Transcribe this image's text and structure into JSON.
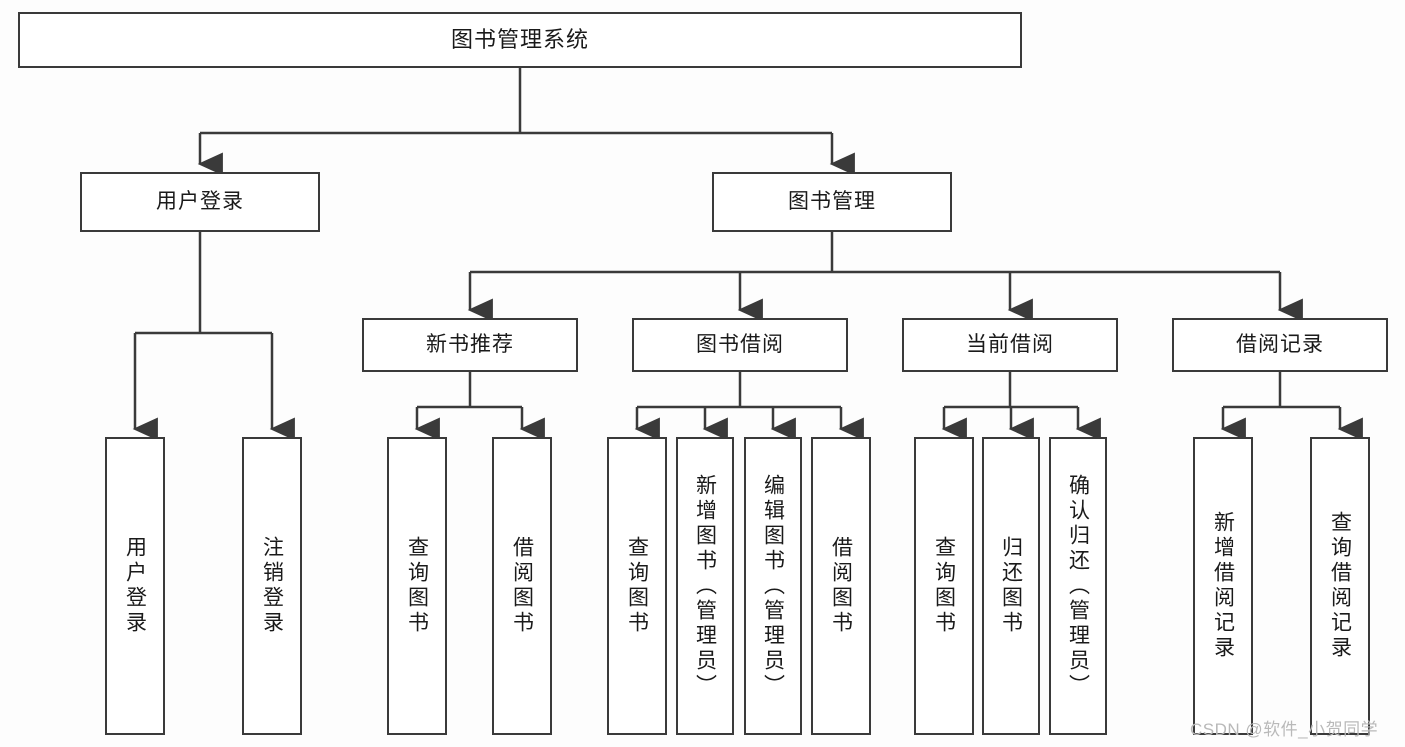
{
  "diagram": {
    "title": "图书管理系统",
    "type": "tree-hierarchy",
    "orientation": "top-down",
    "colors": {
      "border": "#3a3a3a",
      "node_fill": "#ffffff",
      "background": "#fdfdfd",
      "text": "#1a1a1a",
      "watermark": "#b9b9b9"
    }
  },
  "root": {
    "label": "图书管理系统"
  },
  "level2": [
    {
      "label": "用户登录"
    },
    {
      "label": "图书管理"
    }
  ],
  "level3": [
    {
      "label": "新书推荐"
    },
    {
      "label": "图书借阅"
    },
    {
      "label": "当前借阅"
    },
    {
      "label": "借阅记录"
    }
  ],
  "leaves": {
    "user_login": [
      {
        "label": "用户登录"
      },
      {
        "label": "注销登录"
      }
    ],
    "new_book_recommend": [
      {
        "label": "查询图书"
      },
      {
        "label": "借阅图书"
      }
    ],
    "book_borrow": [
      {
        "label": "查询图书"
      },
      {
        "label": "新增图书（管理员）"
      },
      {
        "label": "编辑图书（管理员）"
      },
      {
        "label": "借阅图书"
      }
    ],
    "current_borrow": [
      {
        "label": "查询图书"
      },
      {
        "label": "归还图书"
      },
      {
        "label": "确认归还（管理员）"
      }
    ],
    "borrow_record": [
      {
        "label": "新增借阅记录"
      },
      {
        "label": "查询借阅记录"
      }
    ]
  },
  "watermark": {
    "text": "CSDN @软件_小贺同学"
  }
}
